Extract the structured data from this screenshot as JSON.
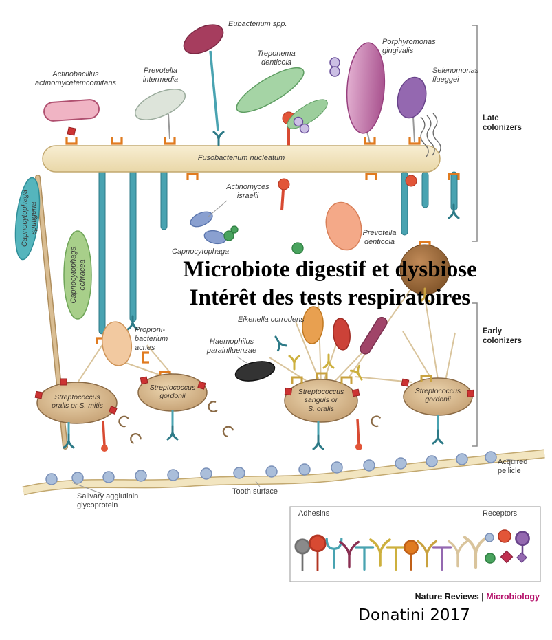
{
  "overlay": {
    "title_line1": "Microbiote digestif et dysbiose",
    "title_line2": "Intérêt des tests respiratoires",
    "attribution": "Donatini 2017"
  },
  "footer": {
    "journal_prefix": "Nature Reviews |",
    "journal_name": "Microbiology"
  },
  "colors": {
    "journal_accent": "#b5106a",
    "fusobacterium_bar": "#f2e5c0",
    "streptococcus_fill": "#c9a06e",
    "connector_orange": "#e07b20",
    "rod_teal": "#49a3b1",
    "adhesin_red": "#cc3333"
  },
  "organisms": {
    "eubacterium": "Eubacterium spp.",
    "treponema": "Treponema\ndenticola",
    "porphyromonas": "Porphyromonas\ngingivalis",
    "selenomonas": "Selenomonas\nflueggei",
    "actinobacillus": "Actinobacillus\nactinomycetemcomitans",
    "prevotella_intermedia": "Prevotella\nintermedia",
    "fusobacterium": "Fusobacterium nucleatum",
    "actinomyces": "Actinomyces\nisraelii",
    "capnocytophaga_sputigena": "Capnocytophaga\nsputigena",
    "capnocytophaga_ochracea": "Capnocytophaga\nochracea",
    "capnocytophaga_partial": "Capnocytophaga",
    "prevotella_denticola": "Prevotella\ndenticola",
    "eikenella": "Eikenella corrodens",
    "propionibacterium": "Propioni-\nbacterium\nacnes",
    "haemophilus": "Haemophilus\nparainfluenzae",
    "strep_oralis": "Streptococcus\noralis or S. mitis",
    "strep_gordonii_left": "Streptococcus\ngordonii",
    "strep_sanguis": "Streptococcus\nsanguis or\nS. oralis",
    "strep_gordonii_right": "Streptococcus\ngordonii"
  },
  "annotations": {
    "late_colonizers": "Late\ncolonizers",
    "early_colonizers": "Early\ncolonizers",
    "acquired_pellicle": "Acquired\npellicle",
    "salivary_agglutinin": "Salivary agglutinin\nglycoprotein",
    "tooth_surface": "Tooth surface"
  },
  "legend": {
    "adhesins": "Adhesins",
    "receptors": "Receptors"
  }
}
